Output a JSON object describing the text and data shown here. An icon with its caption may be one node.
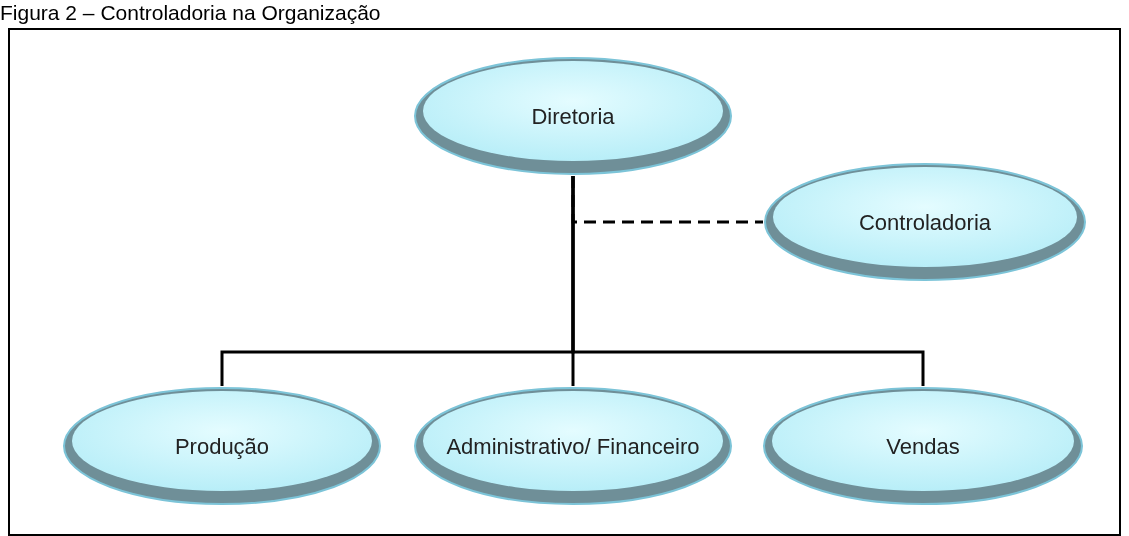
{
  "diagram": {
    "title": "Figura 2 – Controladoria na Organização",
    "nodes": [
      {
        "text": [
          "Diretoria"
        ]
      },
      {
        "text": [
          "Controladoria"
        ]
      },
      {
        "text": [
          "Produção"
        ]
      },
      {
        "text": [
          "Administrativo/ Financeiro"
        ]
      },
      {
        "text": [
          "Vendas"
        ]
      }
    ],
    "edges": [
      {
        "from": 0,
        "to": 1,
        "arrow": "none",
        "style": "dashed"
      },
      {
        "from": 0,
        "to": 2,
        "arrow": "none"
      },
      {
        "from": 0,
        "to": 3,
        "arrow": "none"
      },
      {
        "from": 0,
        "to": 4,
        "arrow": "none"
      }
    ]
  }
}
